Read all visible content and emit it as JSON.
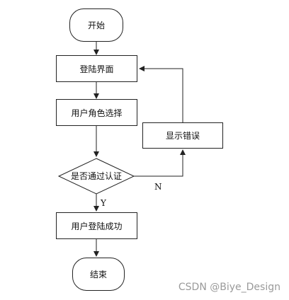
{
  "nodes": {
    "start": "开始",
    "login_page": "登陆界面",
    "role_select": "用户角色选择",
    "auth_check": "是否通过认证",
    "show_error": "显示错误",
    "login_success": "用户登陆成功",
    "end": "结束"
  },
  "edges": {
    "no_label": "N",
    "yes_label": "Y"
  },
  "watermark": "CSDN @Biye_Design",
  "colors": {
    "stroke": "#222222",
    "background": "#ffffff",
    "watermark": "#9a9a9a"
  }
}
